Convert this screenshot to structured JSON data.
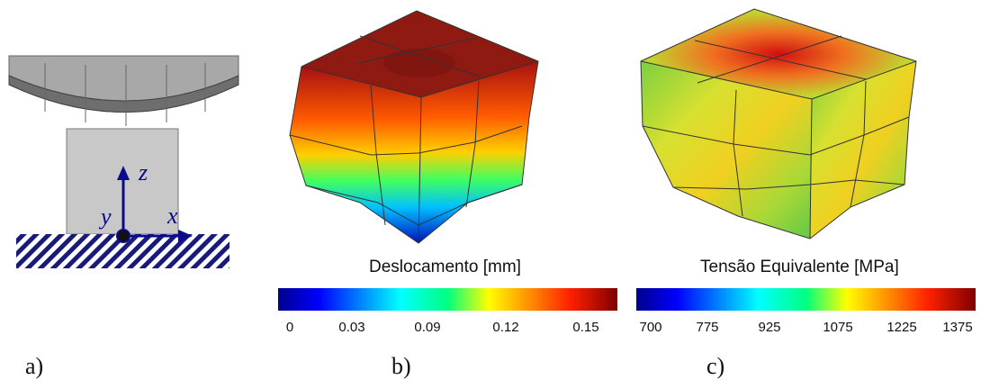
{
  "panel_a": {
    "label": "a)",
    "axes": {
      "z": "z",
      "y": "y",
      "x": "x"
    }
  },
  "panel_b": {
    "label": "b)",
    "colorbar": {
      "title": "Deslocamento [mm]",
      "ticks": [
        "0",
        "0.03",
        "0.09",
        "0.12",
        "0.15"
      ]
    }
  },
  "panel_c": {
    "label": "c)",
    "colorbar": {
      "title": "Tensão Equivalente [MPa]",
      "ticks": [
        "700",
        "775",
        "925",
        "1075",
        "1225",
        "1375"
      ]
    }
  },
  "colors": {
    "axis": "#0a0a8a",
    "hatch": "#1a1a7a",
    "block": "#c8c8c8",
    "indenter": "#8a8a8a"
  }
}
